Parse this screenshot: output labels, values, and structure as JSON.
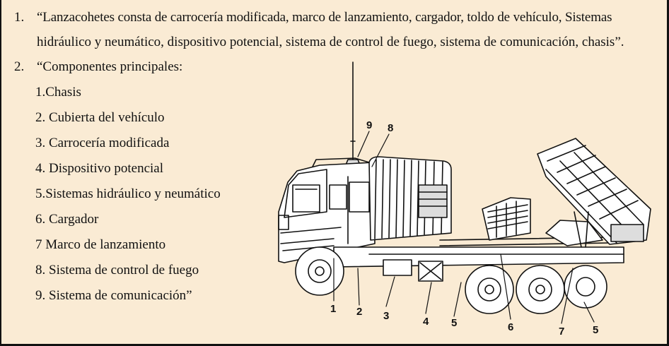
{
  "items": [
    {
      "number": "1.",
      "line1": "“Lanzacohetes consta de carrocería modificada, marco de lanzamiento, cargador, toldo de vehículo, Sistemas",
      "line2": "hidráulico y neumático, dispositivo potencial, sistema de control de fuego, sistema de comunicación, chasis”."
    },
    {
      "number": "2.",
      "line1": "“Componentes principales:"
    }
  ],
  "components": [
    "1.Chasis",
    "2. Cubierta del vehículo",
    "3. Carrocería modificada",
    "4. Dispositivo potencial",
    "5.Sistemas hidráulico y neumático",
    "6. Cargador",
    "7 Marco de lanzamiento",
    "8. Sistema de control de fuego",
    "9. Sistema de comunicación”"
  ],
  "diagram": {
    "callouts": [
      "9",
      "8",
      "1",
      "2",
      "3",
      "4",
      "5",
      "6",
      "7",
      "5"
    ]
  },
  "colors": {
    "background": "#faebd4",
    "text": "#111111",
    "border": "#111111"
  }
}
